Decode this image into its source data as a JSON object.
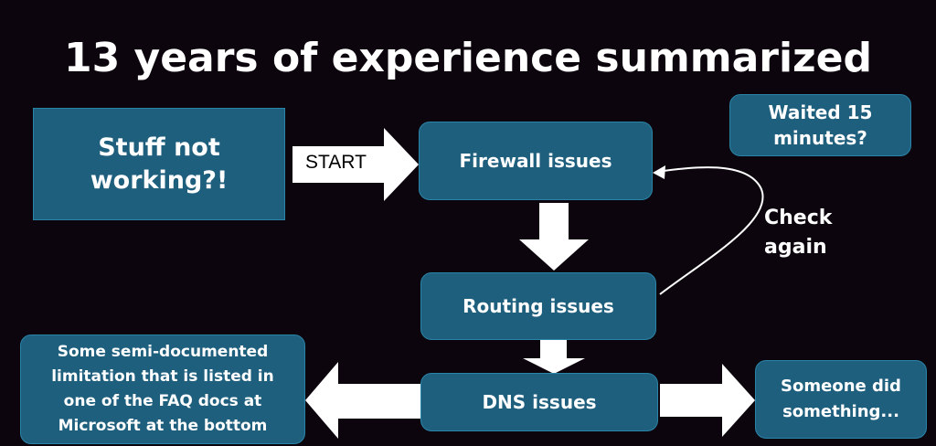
{
  "title": "13 years of experience summarized",
  "colors": {
    "background": "#0c050d",
    "box_fill": "#1f5f7e",
    "box_border": "#2a84a8",
    "arrow": "#ffffff",
    "text": "#ffffff"
  },
  "nodes": {
    "start_problem": {
      "line1": "Stuff not",
      "line2": "working?!"
    },
    "firewall": "Firewall issues",
    "routing": "Routing issues",
    "dns": "DNS issues",
    "wait": {
      "line1": "Waited 15",
      "line2": "minutes?"
    },
    "limitation": {
      "line1": "Some semi-documented",
      "line2": "limitation that is listed in",
      "line3": "one of the FAQ docs at",
      "line4": "Microsoft at the bottom"
    },
    "someone": {
      "line1": "Someone did",
      "line2": "something..."
    }
  },
  "edges": {
    "start_label": "START",
    "loop_label": {
      "line1": "Check",
      "line2": "again"
    }
  }
}
